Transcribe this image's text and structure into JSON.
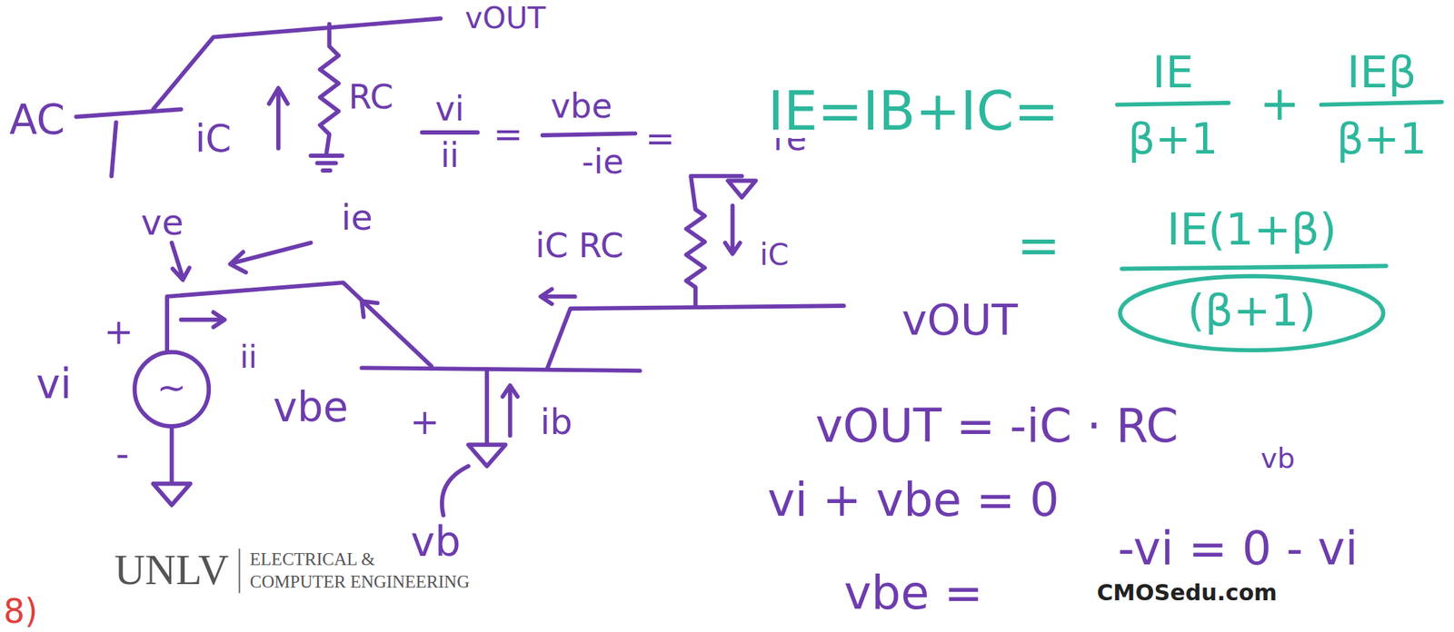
{
  "diagram": {
    "labels": [
      "vOUT",
      "AC",
      "iC",
      "RC",
      "ve",
      "ie",
      "vi",
      "ii",
      "=",
      "vbe",
      "-ie",
      "=",
      "re",
      "iC RC",
      "iC",
      "vOUT",
      "+",
      "vi",
      "ii",
      "vbe",
      "-",
      "+",
      "ib",
      "vb",
      "IE=IB+IC=",
      "IE",
      "β+1",
      "+",
      "IEβ",
      "β+1",
      "=",
      "IE(1+β)",
      "(β+1)",
      "vOUT = -iC · RC",
      "vb",
      "vi + vbe = 0",
      "vbe =",
      "-vi = 0 - vi",
      "UNLV",
      "ELECTRICAL &",
      "COMPUTER ENGINEERING",
      "CMOSedu.com",
      "8)",
      "~"
    ]
  }
}
